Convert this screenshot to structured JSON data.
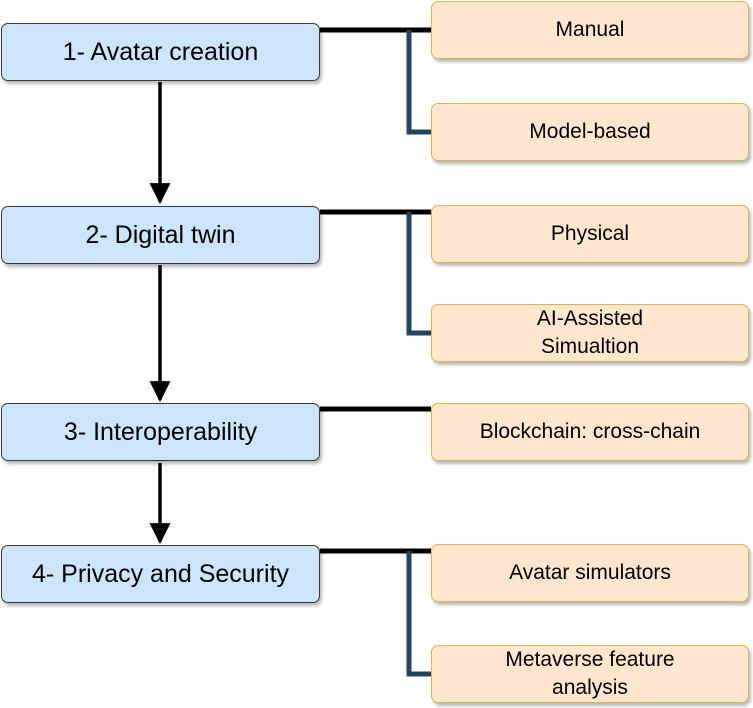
{
  "steps": [
    {
      "label": "1- Avatar creation",
      "children": [
        "Manual",
        "Model-based"
      ]
    },
    {
      "label": "2- Digital twin",
      "children": [
        "Physical",
        "AI-Assisted\nSimualtion"
      ]
    },
    {
      "label": "3- Interoperability",
      "children": [
        "Blockchain: cross-chain"
      ]
    },
    {
      "label": "4- Privacy and Security",
      "children": [
        "Avatar simulators",
        "Metaverse feature\nanalysis"
      ]
    }
  ],
  "colors": {
    "step_fill": "#cce5fb",
    "step_stroke": "#36393d",
    "leaf_fill": "#ffe6cc",
    "leaf_stroke": "#d6b656",
    "connector": "#23445d",
    "arrow": "#000000"
  }
}
